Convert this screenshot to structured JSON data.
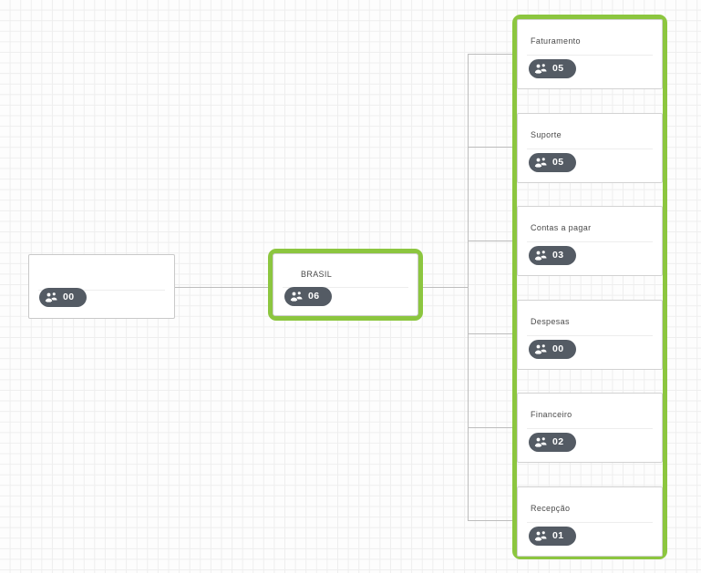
{
  "canvas": {
    "background_color": "#fdfdfd",
    "grid_color": "#eeeeee",
    "selection_color": "#8cc63f",
    "connector_color": "#bdbdbd",
    "badge_color": "#545b64",
    "badge_text_color": "#ffffff",
    "title_color": "#4a4a4a"
  },
  "nodes": {
    "root": {
      "title": "",
      "count": "00",
      "icon": "users-group-icon",
      "selected": false
    },
    "brasil": {
      "title": "BRASIL",
      "count": "06",
      "icon": "users-group-icon",
      "selected": true
    }
  },
  "departments": {
    "selected": true,
    "items": [
      {
        "title": "Faturamento",
        "count": "05",
        "icon": "users-group-icon"
      },
      {
        "title": "Suporte",
        "count": "05",
        "icon": "users-group-icon"
      },
      {
        "title": "Contas a pagar",
        "count": "03",
        "icon": "users-group-icon"
      },
      {
        "title": "Despesas",
        "count": "00",
        "icon": "users-group-icon"
      },
      {
        "title": "Financeiro",
        "count": "02",
        "icon": "users-group-icon"
      },
      {
        "title": "Recepção",
        "count": "01",
        "icon": "users-group-icon"
      }
    ]
  }
}
